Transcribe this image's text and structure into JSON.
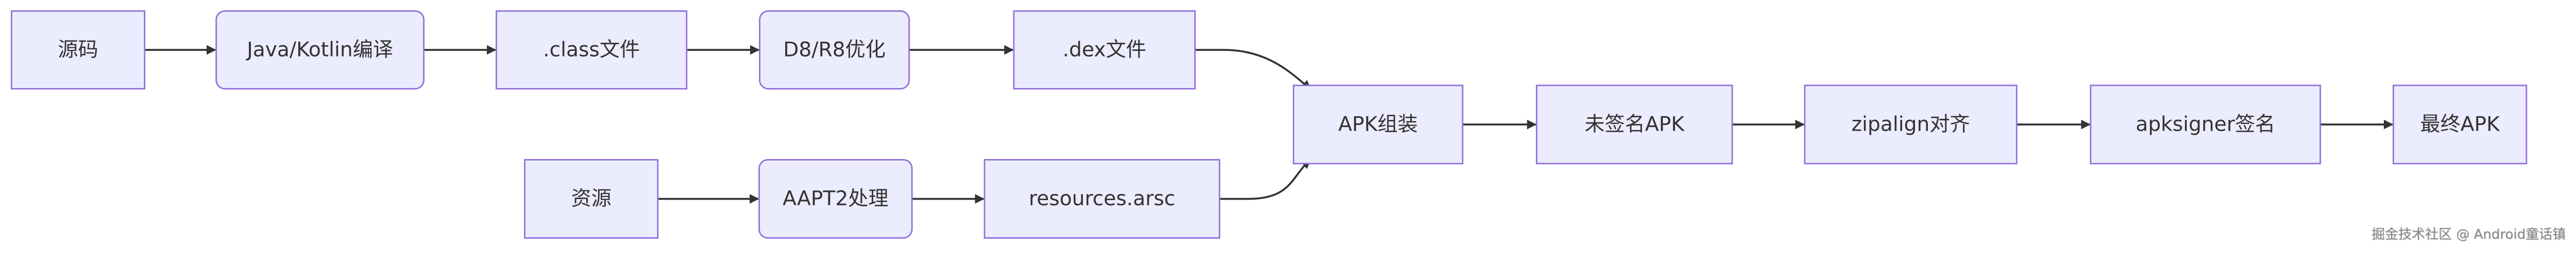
{
  "colors": {
    "node_fill": "#ECECFF",
    "node_stroke": "#9370DB",
    "edge": "#333333",
    "text": "#333333"
  },
  "nodes": [
    {
      "id": "src",
      "label": "源码",
      "shape": "rect"
    },
    {
      "id": "compile",
      "label": "Java/Kotlin编译",
      "shape": "rounded"
    },
    {
      "id": "class",
      "label": ".class文件",
      "shape": "rect"
    },
    {
      "id": "d8",
      "label": "D8/R8优化",
      "shape": "rounded"
    },
    {
      "id": "dex",
      "label": ".dex文件",
      "shape": "rect"
    },
    {
      "id": "res",
      "label": "资源",
      "shape": "rect"
    },
    {
      "id": "aapt2",
      "label": "AAPT2处理",
      "shape": "rounded"
    },
    {
      "id": "arsc",
      "label": "resources.arsc",
      "shape": "rect"
    },
    {
      "id": "apk",
      "label": "APK组装",
      "shape": "rect"
    },
    {
      "id": "unsigned",
      "label": "未签名APK",
      "shape": "rect"
    },
    {
      "id": "zipalign",
      "label": "zipalign对齐",
      "shape": "rect"
    },
    {
      "id": "apksigner",
      "label": "apksigner签名",
      "shape": "rect"
    },
    {
      "id": "final",
      "label": "最终APK",
      "shape": "rect"
    }
  ],
  "edges": [
    [
      "src",
      "compile"
    ],
    [
      "compile",
      "class"
    ],
    [
      "class",
      "d8"
    ],
    [
      "d8",
      "dex"
    ],
    [
      "dex",
      "apk"
    ],
    [
      "res",
      "aapt2"
    ],
    [
      "aapt2",
      "arsc"
    ],
    [
      "arsc",
      "apk"
    ],
    [
      "apk",
      "unsigned"
    ],
    [
      "unsigned",
      "zipalign"
    ],
    [
      "zipalign",
      "apksigner"
    ],
    [
      "apksigner",
      "final"
    ]
  ],
  "watermark": "掘金技术社区 @ Android童话镇"
}
